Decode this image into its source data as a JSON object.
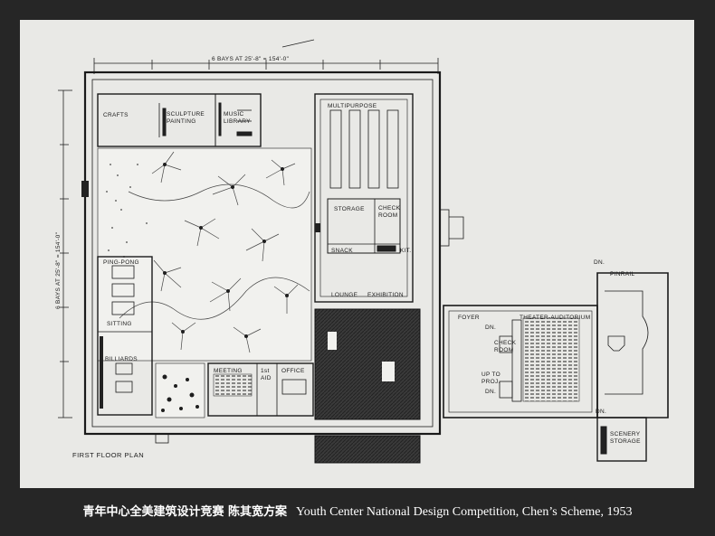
{
  "caption": {
    "zh": "青年中心全美建筑设计竞赛 陈其宽方案",
    "en": "Youth Center National Design Competition, Chen’s Scheme,  1953"
  },
  "plan": {
    "dim_top": "6 BAYS AT 25'-8\" = 154'-0\"",
    "dim_left": "6 BAYS AT 25'-8\" = 154'-0\"",
    "title": "FIRST FLOOR PLAN",
    "rooms": {
      "crafts": "CRAFTS",
      "sculpture": "SCULPTURE",
      "painting": "PAINTING",
      "music": "MUSIC",
      "library": "LIBRARY",
      "multipurpose": "MULTIPURPOSE",
      "storage": "STORAGE",
      "check_room": "CHECK",
      "check_room2": "ROOM",
      "snack": "SNACK",
      "kitchen": "KIT.",
      "lounge": "LOUNGE",
      "exhibition": "EXHIBITION",
      "ping_pong": "PING-PONG",
      "sitting": "SITTING",
      "billiards": "BILLIARDS",
      "meeting": "MEETING",
      "first_aid": "1st",
      "first_aid2": "AID",
      "office": "OFFICE",
      "foyer": "FOYER",
      "theater": "THEATER-AUDITORIUM",
      "theater_check": "CHECK",
      "theater_check2": "ROOM",
      "up_to": "UP TO",
      "proj": "PROJ.",
      "dn1": "DN.",
      "dn2": "DN.",
      "dn3": "DN.",
      "dn4": "DN.",
      "scenery": "SCENERY",
      "scenery2": "STORAGE",
      "pinrail": "PINRAIL"
    }
  }
}
